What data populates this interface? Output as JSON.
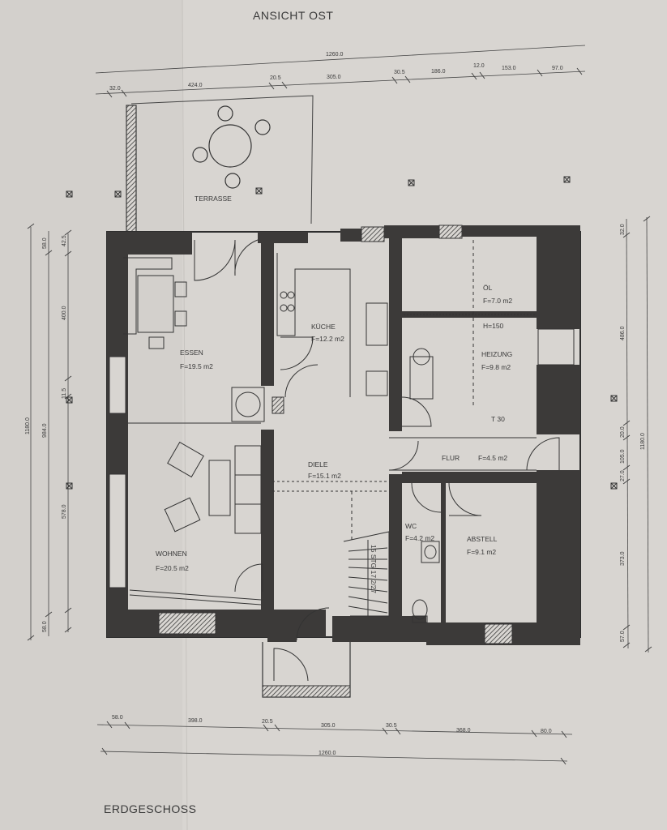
{
  "title": "ANSICHT OST",
  "floor_label": "ERDGESCHOSS",
  "rooms": [
    {
      "key": "terrasse",
      "name": "TERRASSE",
      "area": ""
    },
    {
      "key": "essen",
      "name": "ESSEN",
      "area": "F=19.5 m2"
    },
    {
      "key": "kueche",
      "name": "KÜCHE",
      "area": "F=12.2 m2"
    },
    {
      "key": "oel",
      "name": "ÖL",
      "area": "F=7.0 m2"
    },
    {
      "key": "heizung",
      "name": "HEIZUNG",
      "area": "F=9.8 m2"
    },
    {
      "key": "flur",
      "name": "FLUR",
      "area": "F=4.5 m2"
    },
    {
      "key": "diele",
      "name": "DIELE",
      "area": "F=15.1 m2"
    },
    {
      "key": "wc",
      "name": "WC",
      "area": "F=4.2 m2"
    },
    {
      "key": "abstell",
      "name": "ABSTELL",
      "area": "F=9.1 m2"
    },
    {
      "key": "wohnen",
      "name": "WOHNEN",
      "area": "F=20.5 m2"
    }
  ],
  "annotations": {
    "heizung_height": "H=150",
    "fire_door": "T 30",
    "stair": "15 STG 17.2/27"
  },
  "dimensions": {
    "top_total": "1260.0",
    "top_segments": [
      "32.0",
      "424.0",
      "20.5",
      "305.0",
      "30.5",
      "186.0",
      "12.0",
      "153.0",
      "97.0"
    ],
    "bottom_segments": [
      "58.0",
      "398.0",
      "20.5",
      "305.0",
      "30.5",
      "368.0",
      "80.0"
    ],
    "bottom_total": "1260.0",
    "left_outer_total": "1180.0",
    "left_inner": "984.0",
    "left_segments": [
      "58.0",
      "42.5",
      "400.0",
      "11.5",
      "578.0",
      "58.0"
    ],
    "right_segments": [
      "32.0",
      "486.0",
      "20.0",
      "105.0",
      "27.0",
      "373.0",
      "57.0"
    ],
    "right_total": "1180.0"
  }
}
